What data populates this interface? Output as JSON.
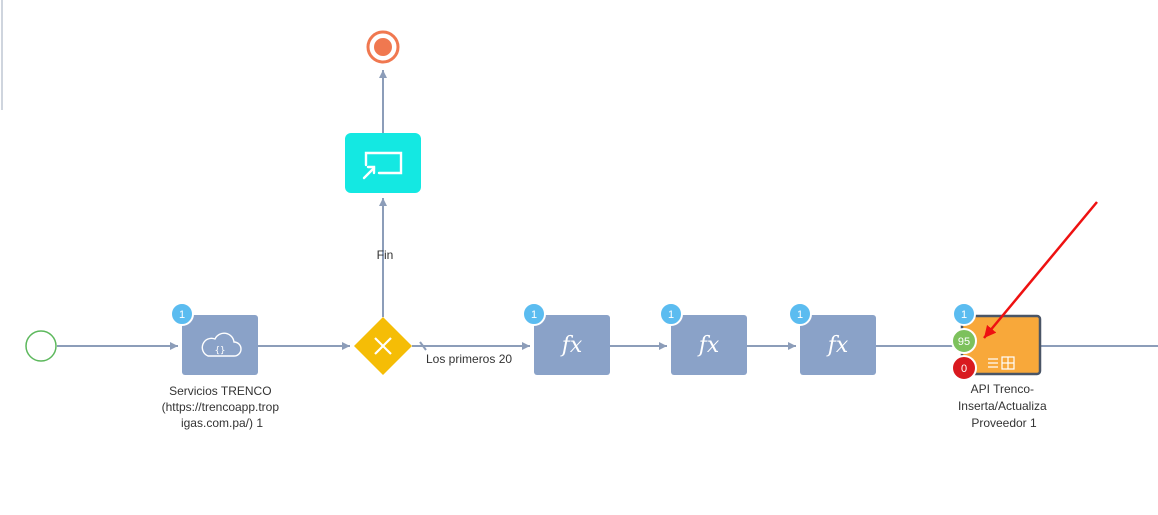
{
  "colors": {
    "flow_line": "#8c9db9",
    "start_event": "#5cb85c",
    "end_event": "#f07850",
    "task_blue": "#8aa2c8",
    "gateway": "#f5bd06",
    "subprocess_cyan": "#14e8e2",
    "task_orange": "#f8a83a",
    "badge_blue": "#5bbcf0",
    "badge_green": "#7dc15c",
    "badge_red": "#d9191f",
    "annotation_arrow": "#ee1111"
  },
  "start_event": {
    "name": "start-event"
  },
  "end_event": {
    "name": "end-event"
  },
  "nodes": {
    "service_task": {
      "icon": "cloud-code-icon",
      "badge": "1",
      "label_lines": [
        "Servicios TRENCO",
        "(https://trencoapp.trop",
        "igas.com.pa/) 1"
      ]
    },
    "gateway": {
      "icon": "close-x-icon"
    },
    "subprocess": {
      "icon": "screen-arrow-icon"
    },
    "fx_tasks": [
      {
        "badge": "1",
        "glyph": "fx"
      },
      {
        "badge": "1",
        "glyph": "fx"
      },
      {
        "badge": "1",
        "glyph": "fx"
      }
    ],
    "api_task": {
      "badge": "1",
      "count_green": "95",
      "count_red": "0",
      "icon": "list-grid-icon",
      "label_lines": [
        "API Trenco-",
        "Inserta/Actualiza",
        "Proveedor 1"
      ]
    }
  },
  "flow_labels": {
    "fin": "Fin",
    "first20": "Los primeros 20"
  }
}
